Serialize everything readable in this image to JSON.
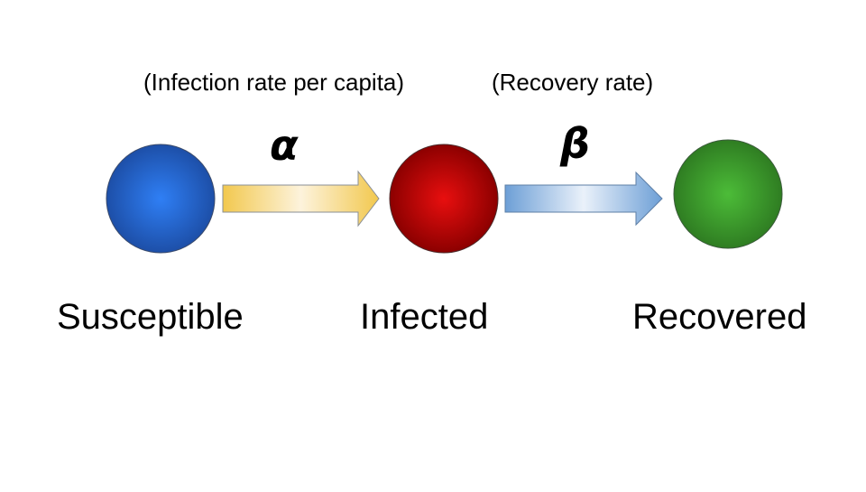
{
  "transitions": [
    {
      "symbol": "α",
      "description": "(Infection rate per capita)",
      "arrow_colors": {
        "edge": "#f2c84e",
        "center": "#fdf3dc",
        "stroke": "#8a8f96"
      }
    },
    {
      "symbol": "β",
      "description": "(Recovery rate)",
      "arrow_colors": {
        "edge": "#6d9fd6",
        "center": "#eaf1fa",
        "stroke": "#5e7fa6"
      }
    }
  ],
  "states": [
    {
      "label": "Susceptible",
      "colors": {
        "center": "#2f7ff5",
        "edge": "#1d4fa8",
        "stroke": "#3a4a6a"
      }
    },
    {
      "label": "Infected",
      "colors": {
        "center": "#e80f0f",
        "edge": "#8c0000",
        "stroke": "#4a2a2a"
      }
    },
    {
      "label": "Recovered",
      "colors": {
        "center": "#4cbc38",
        "edge": "#2f7d22",
        "stroke": "#3a5a3a"
      }
    }
  ]
}
